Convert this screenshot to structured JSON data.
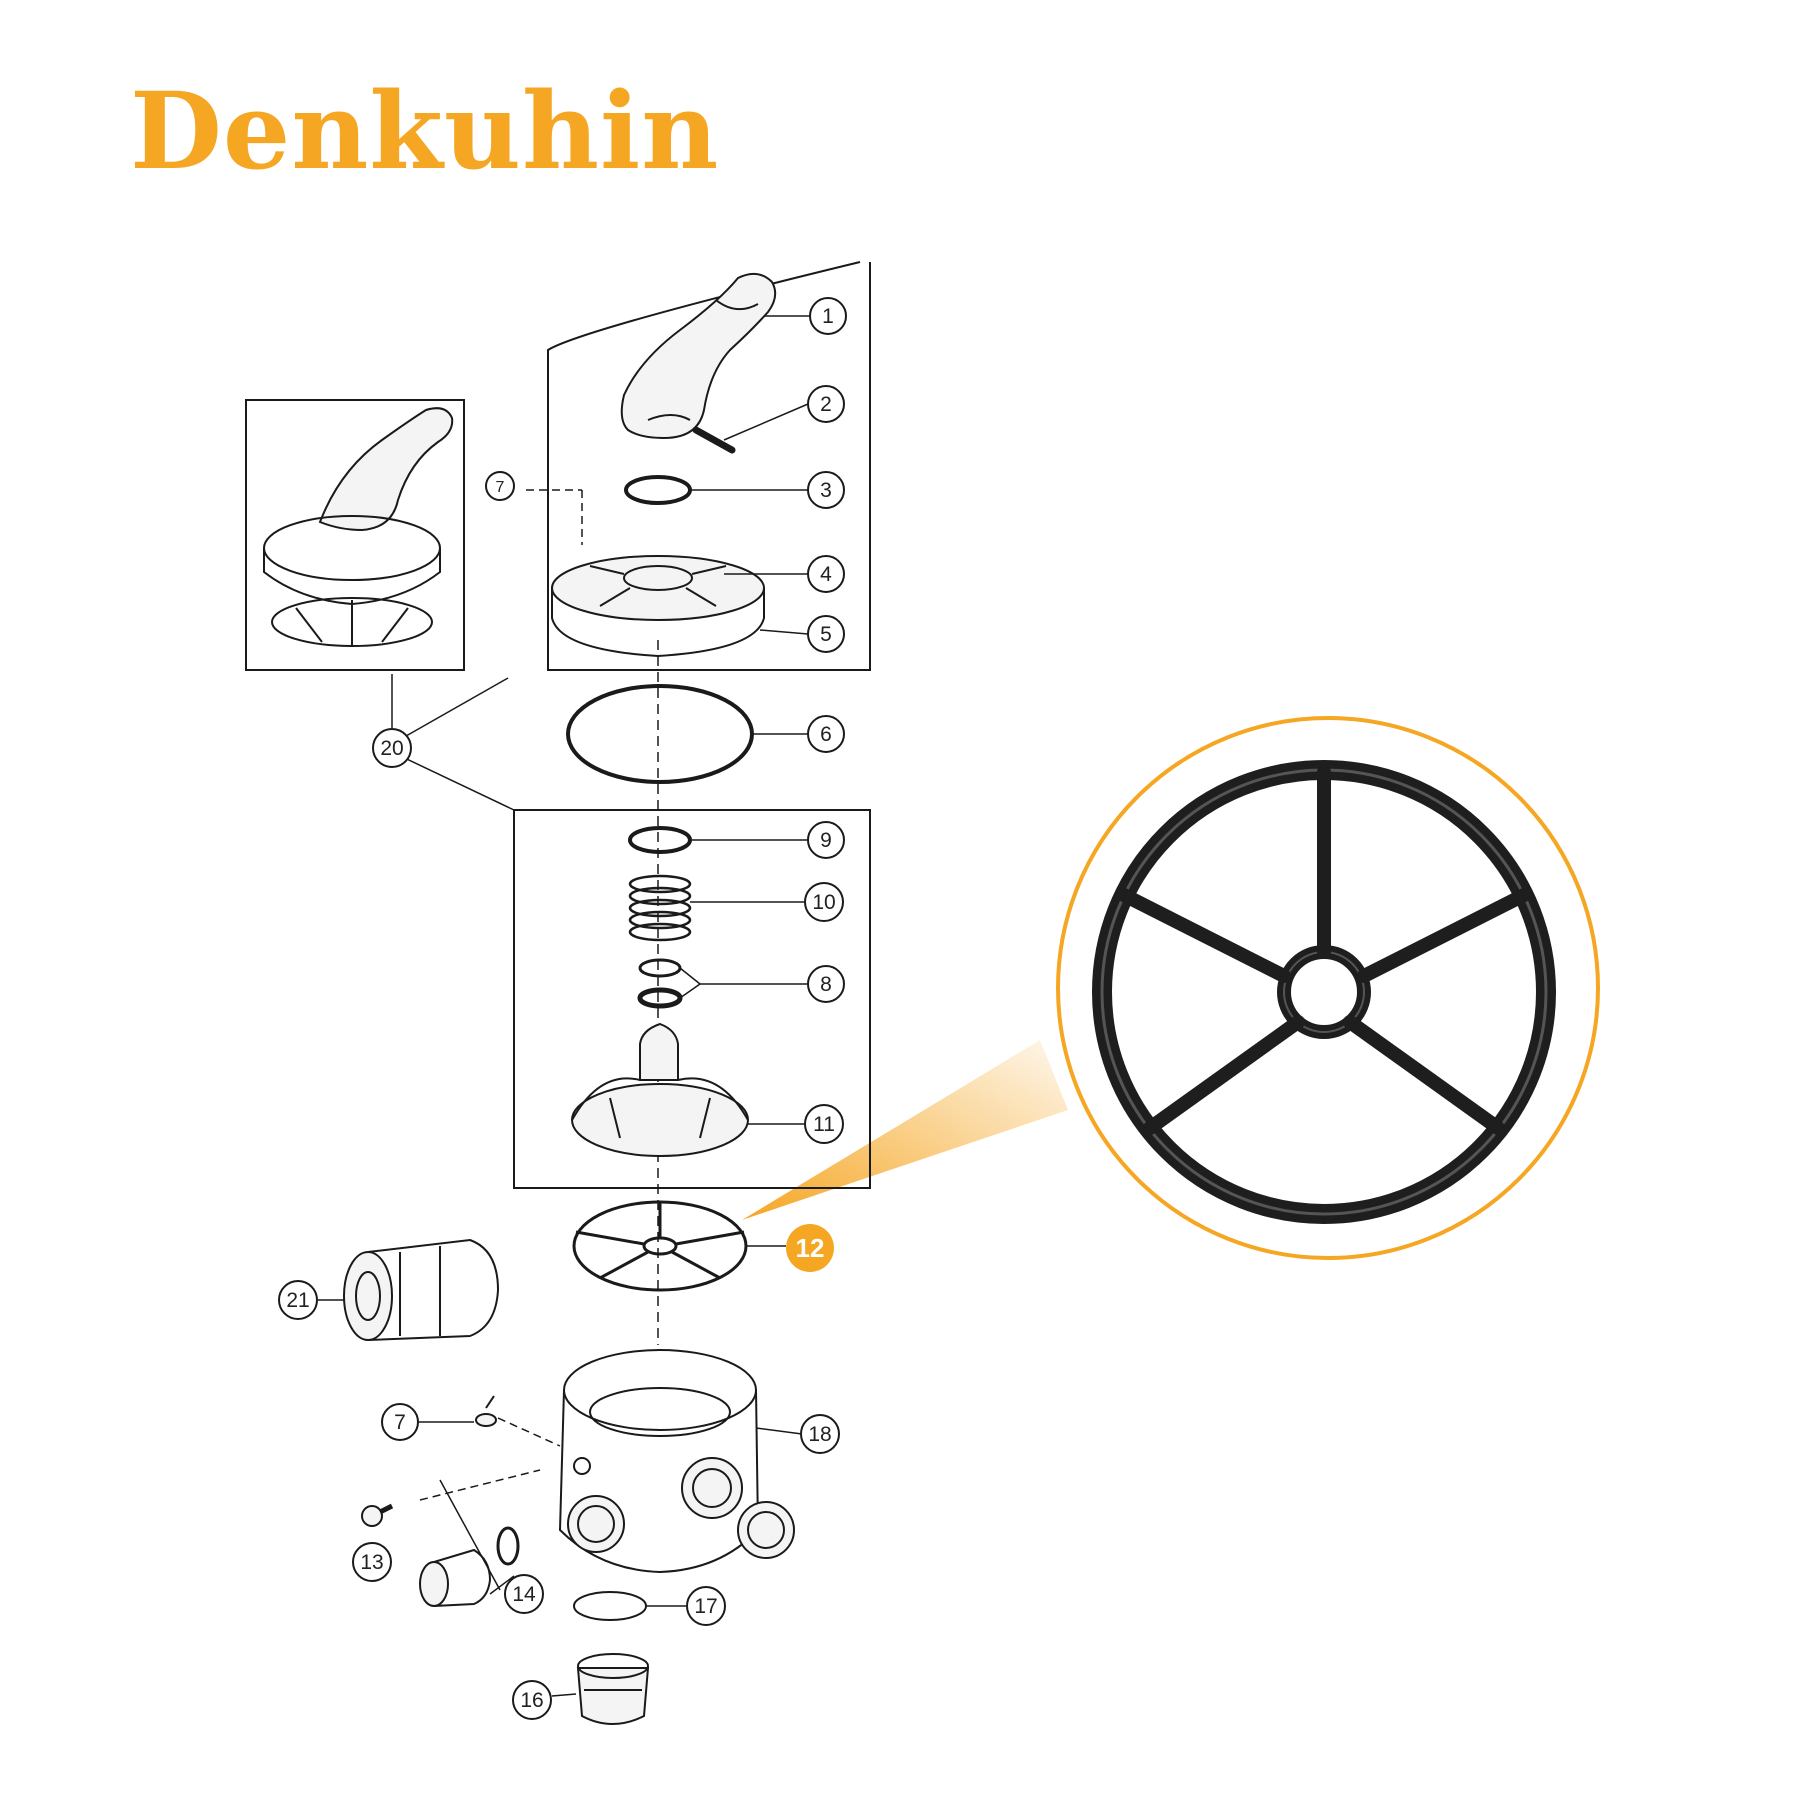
{
  "brand": {
    "name": "Denkuhin",
    "color": "#F5A623"
  },
  "accent_color": "#F5A623",
  "line_color": "#1a1a1a",
  "parts": [
    {
      "id": "p1",
      "label": "1"
    },
    {
      "id": "p2",
      "label": "2"
    },
    {
      "id": "p3",
      "label": "3"
    },
    {
      "id": "p4",
      "label": "4"
    },
    {
      "id": "p5",
      "label": "5"
    },
    {
      "id": "p6",
      "label": "6"
    },
    {
      "id": "p7a",
      "label": "7"
    },
    {
      "id": "p7b",
      "label": "7"
    },
    {
      "id": "p8",
      "label": "8"
    },
    {
      "id": "p9",
      "label": "9"
    },
    {
      "id": "p10",
      "label": "10"
    },
    {
      "id": "p11",
      "label": "11"
    },
    {
      "id": "p12",
      "label": "12",
      "highlighted": true
    },
    {
      "id": "p13",
      "label": "13"
    },
    {
      "id": "p14",
      "label": "14"
    },
    {
      "id": "p16",
      "label": "16"
    },
    {
      "id": "p17",
      "label": "17"
    },
    {
      "id": "p18",
      "label": "18"
    },
    {
      "id": "p20",
      "label": "20"
    },
    {
      "id": "p21",
      "label": "21"
    }
  ],
  "zoom_detail": {
    "part_label": "12",
    "icon": "spider-gasket-icon"
  }
}
